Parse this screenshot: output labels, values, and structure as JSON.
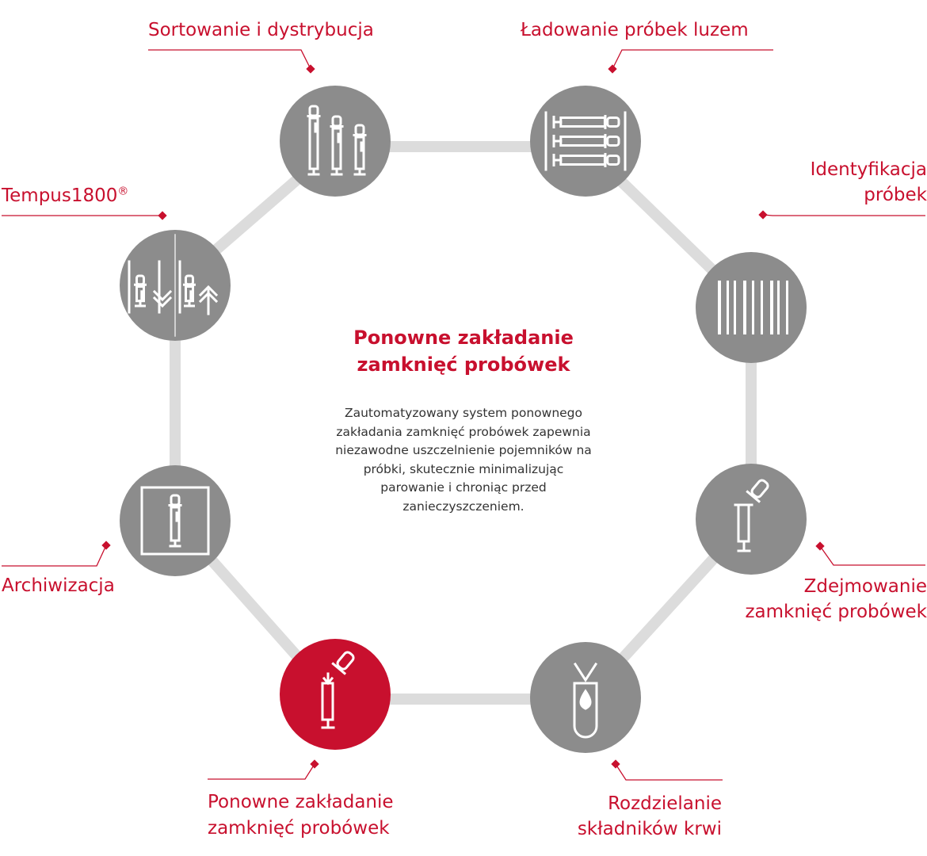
{
  "colors": {
    "accent": "#c8102e",
    "node_gray": "#8c8c8c",
    "ring": "#dcdcdc",
    "text_dark": "#333333"
  },
  "center": {
    "title_line1": "Ponowne zakładanie",
    "title_line2": "zamknięć probówek",
    "description": "Zautomatyzowany system ponownego zakładania zamknięć probówek zapewnia niezawodne uszczelnienie pojemników na próbki, skutecznie minimalizując parowanie i chroniąc przed zanieczyszczeniem."
  },
  "nodes": [
    {
      "id": "sorting",
      "icon": "sorting-tubes-icon",
      "label_lines": [
        "Sortowanie i dystrybucja"
      ],
      "active": false
    },
    {
      "id": "bulk-loading",
      "icon": "bulk-loading-icon",
      "label_lines": [
        "Ładowanie próbek luzem"
      ],
      "active": false
    },
    {
      "id": "identification",
      "icon": "barcode-icon",
      "label_lines": [
        "Identyfikacja",
        "próbek"
      ],
      "active": false
    },
    {
      "id": "decapping",
      "icon": "decapping-icon",
      "label_lines": [
        "Zdejmowanie",
        "zamknięć probówek"
      ],
      "active": false
    },
    {
      "id": "separation",
      "icon": "blood-separation-icon",
      "label_lines": [
        "Rozdzielanie",
        "składników krwi"
      ],
      "active": false
    },
    {
      "id": "recapping",
      "icon": "recapping-icon",
      "label_lines": [
        "Ponowne zakładanie",
        "zamknięć probówek"
      ],
      "active": true
    },
    {
      "id": "archiving",
      "icon": "archiving-icon",
      "label_lines": [
        "Archiwizacja"
      ],
      "active": false
    },
    {
      "id": "tempus",
      "icon": "tempus-transport-icon",
      "label_lines": [
        "Tempus1800"
      ],
      "label_sup": "®",
      "active": false
    }
  ]
}
